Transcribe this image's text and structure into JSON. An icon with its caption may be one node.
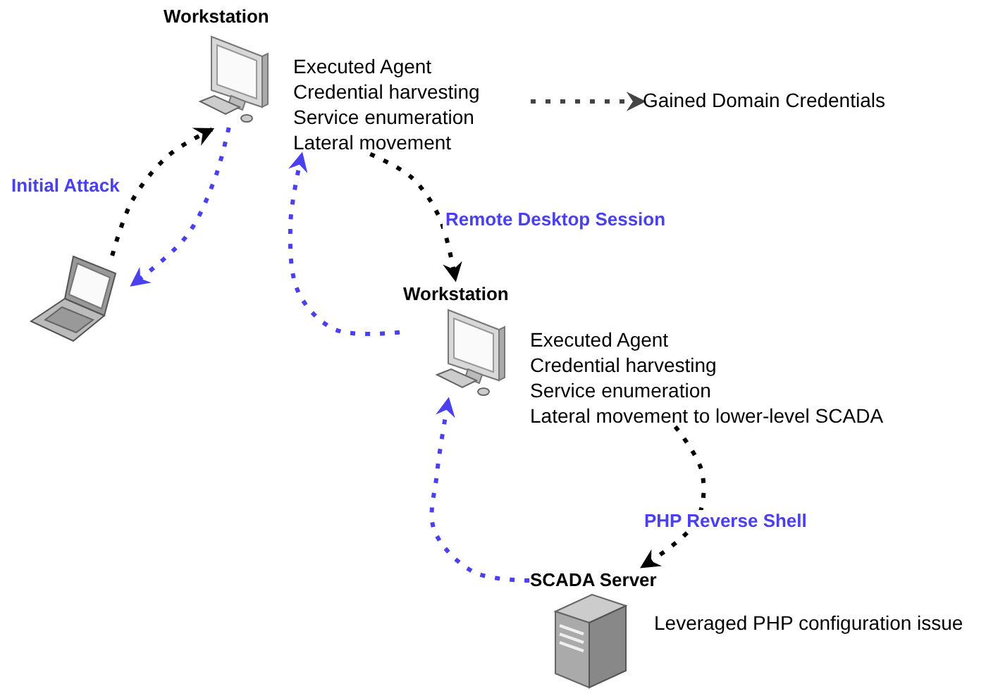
{
  "diagram": {
    "nodes": [
      {
        "text": [
          "Workstation"
        ]
      },
      {
        "text": [
          "Executed Agent",
          "Credential harvesting",
          "Service enumeration",
          "Lateral movement"
        ]
      },
      {
        "text": [
          "Gained Domain Credentials"
        ]
      },
      {
        "text": [],
        "shape": "picture"
      },
      {
        "text": [
          "Workstation"
        ]
      },
      {
        "text": [
          "Executed Agent",
          "Credential harvesting",
          "Service enumeration",
          "Lateral movement to lower-level SCADA"
        ]
      },
      {
        "text": [
          "SCADA Server"
        ],
        "beside": [
          "Leveraged PHP configuration issue"
        ]
      }
    ],
    "edges": [
      {
        "from": 3,
        "to": 0,
        "arrow": "to",
        "label": "Initial Attack"
      },
      {
        "from": 0,
        "to": 3,
        "arrow": "to",
        "color": "#4b40ee"
      },
      {
        "from": 1,
        "to": 4,
        "arrow": "to",
        "label": "Remote Desktop Session"
      },
      {
        "from": 4,
        "to": 1,
        "arrow": "to",
        "color": "#4b40ee"
      },
      {
        "from": 1,
        "to": 2,
        "arrow": "to",
        "color": "#444444"
      },
      {
        "from": 5,
        "to": 6,
        "arrow": "to",
        "label": "PHP Reverse Shell"
      },
      {
        "from": 6,
        "to": 4,
        "arrow": "to",
        "color": "#4b40ee"
      }
    ]
  }
}
